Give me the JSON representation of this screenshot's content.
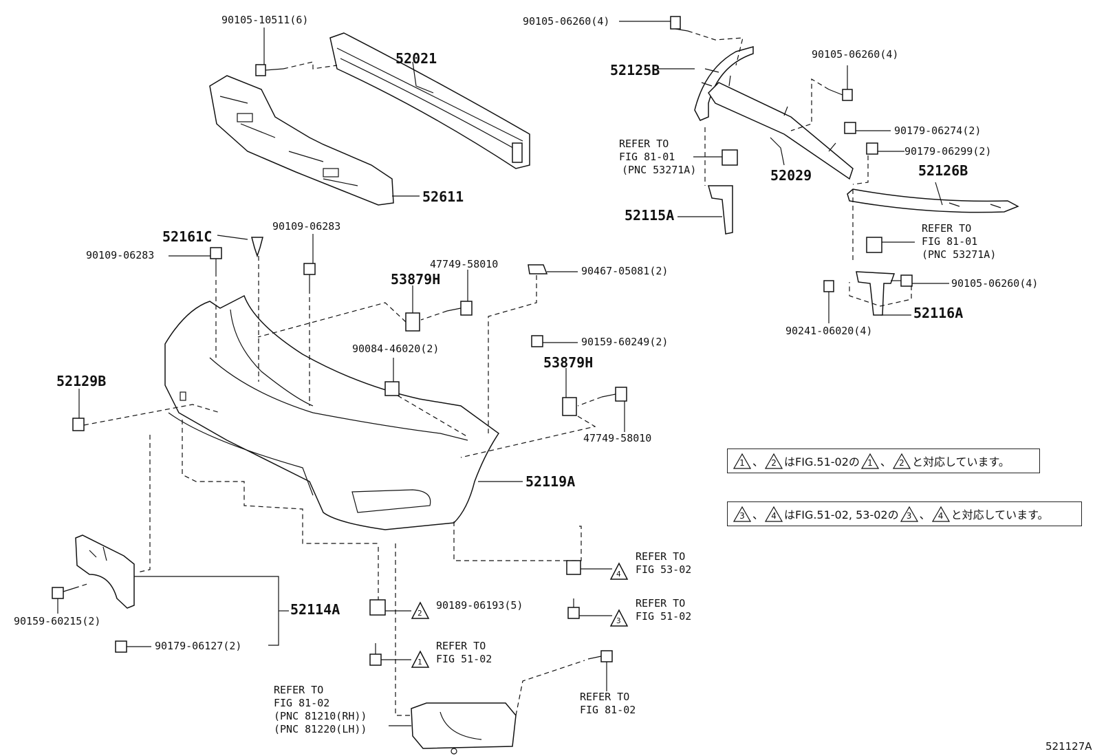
{
  "labels": {
    "l1": "90105-10511(6)",
    "l2": "52021",
    "l3": "52611",
    "l4": "90105-06260(4)",
    "l5": "52125B",
    "l6": "90105-06260(4)",
    "l7": "REFER TO",
    "l8": "FIG 81-01",
    "l9": "(PNC 53271A)",
    "l10": "90179-06274(2)",
    "l11": "90179-06299(2)",
    "l12": "52029",
    "l13": "52126B",
    "l14": "52115A",
    "l15": "REFER TO",
    "l16": "FIG 81-01",
    "l17": "(PNC 53271A)",
    "l18": "90105-06260(4)",
    "l19": "52116A",
    "l20": "90241-06020(4)",
    "l21": "52161C",
    "l22": "90109-06283",
    "l23": "90109-06283",
    "l24": "47749-58010",
    "l25": "53879H",
    "l26": "90467-05081(2)",
    "l27": "90159-60249(2)",
    "l28": "90084-46020(2)",
    "l29": "53879H",
    "l30": "52129B",
    "l31": "47749-58010",
    "l32": "52119A",
    "l33": "REFER TO",
    "l34": "FIG 53-02",
    "l35": "REFER TO",
    "l36": "FIG 51-02",
    "l37": "90189-06193(5)",
    "l38": "52114A",
    "l39": "90159-60215(2)",
    "l40": "90179-06127(2)",
    "l41": "REFER TO",
    "l42": "FIG 51-02",
    "l43": "REFER TO",
    "l44": "FIG 81-02",
    "l45": "(PNC 81210(RH))",
    "l46": "(PNC 81220(LH))",
    "l47": "REFER TO",
    "l48": "FIG 81-02",
    "l49": "521127A"
  },
  "notes": {
    "n1": {
      "a": "1",
      "b": "2",
      "text1": "、",
      "text2": "はFIG.51-02の",
      "text3": "、",
      "text4": "と対応しています。"
    },
    "n2": {
      "a": "3",
      "b": "4",
      "text1": "、",
      "text2": "はFIG.51-02, 53-02の",
      "text3": "、",
      "text4": "と対応しています。"
    }
  },
  "callouts": {
    "c1": "4",
    "c2": "3",
    "c3": "2",
    "c4": "1"
  }
}
